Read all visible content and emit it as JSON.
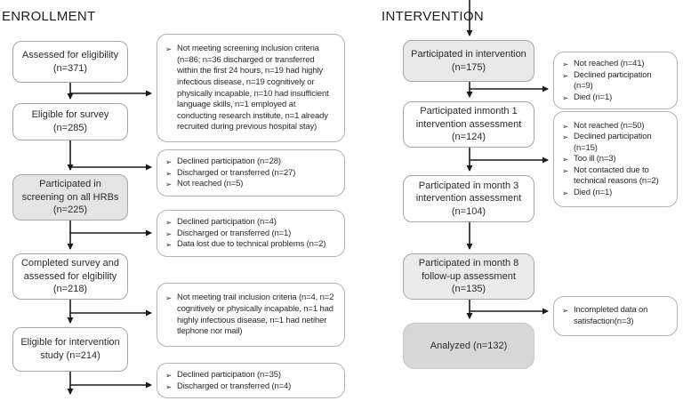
{
  "bullet": "➢",
  "colors": {
    "shade_screening": "#e4e4e4",
    "shade_intervention": "#e9e9e9",
    "shade_followup": "#ebebeb",
    "shade_analyzed": "#d7d7d7",
    "line": "#1a1a1a"
  },
  "enrollment": {
    "title": "ENROLLMENT",
    "nodes": [
      {
        "label": "Assessed for eligibility (n=371)"
      },
      {
        "label": "Eligible for survey (n=285)"
      },
      {
        "label": "Participated in screening on all HRBs (n=225)"
      },
      {
        "label": "Completed survey and assessed for elgibility (n=218)"
      },
      {
        "label": "Eligible for intervention study (n=214)"
      }
    ],
    "exclusions": [
      {
        "items": [
          "Not meeting screening inclusion criteria (n=86; n=36 discharged or transferred within the first 24 hours, n=19 had highly infectious disease, n=19 cognitively or physically incapable, n=10 had insufficient language skills, n=1 employed at conducting research institute, n=1 already recruited during previous hospital stay)"
        ]
      },
      {
        "items": [
          "Declined participation (n=28)",
          "Discharged or transferred (n=27)",
          "Not reached (n=5)"
        ]
      },
      {
        "items": [
          "Declined participation (n=4)",
          "Discharged or transferred (n=1)",
          "Data lost due to technical problems (n=2)"
        ]
      },
      {
        "items": [
          "Not meeting trail inclusion criteria (n=4, n=2 cognitively or physically incapable, n=1 had highly infectious disease, n=1 had netiher tlephone nor mail)"
        ]
      },
      {
        "items": [
          "Declined participation (n=35)",
          "Discharged or transferred (n=4)"
        ]
      }
    ]
  },
  "intervention": {
    "title": "INTERVENTION",
    "nodes": [
      {
        "label": "Participated in intervention (n=175)"
      },
      {
        "label": "Participated inmonth 1 intervention assessment (n=124)"
      },
      {
        "label": "Participated in month 3 intervention assessment (n=104)"
      },
      {
        "label": "Participated in month 8 follow-up assessment (n=135)"
      },
      {
        "label": "Analyzed (n=132)"
      }
    ],
    "exclusions": [
      {
        "items": [
          "Not reached (n=41)",
          "Declined participation (n=9)",
          "Died (n=1)"
        ]
      },
      {
        "items": [
          "Not reached (n=50)",
          "Declined participation (n=15)",
          "Too ill (n=3)",
          "Not contacted due to technical reasons (n=2)",
          "Died (n=1)"
        ]
      },
      {
        "items": [
          "Incompleted data on satisfaction(n=3)"
        ]
      }
    ]
  }
}
